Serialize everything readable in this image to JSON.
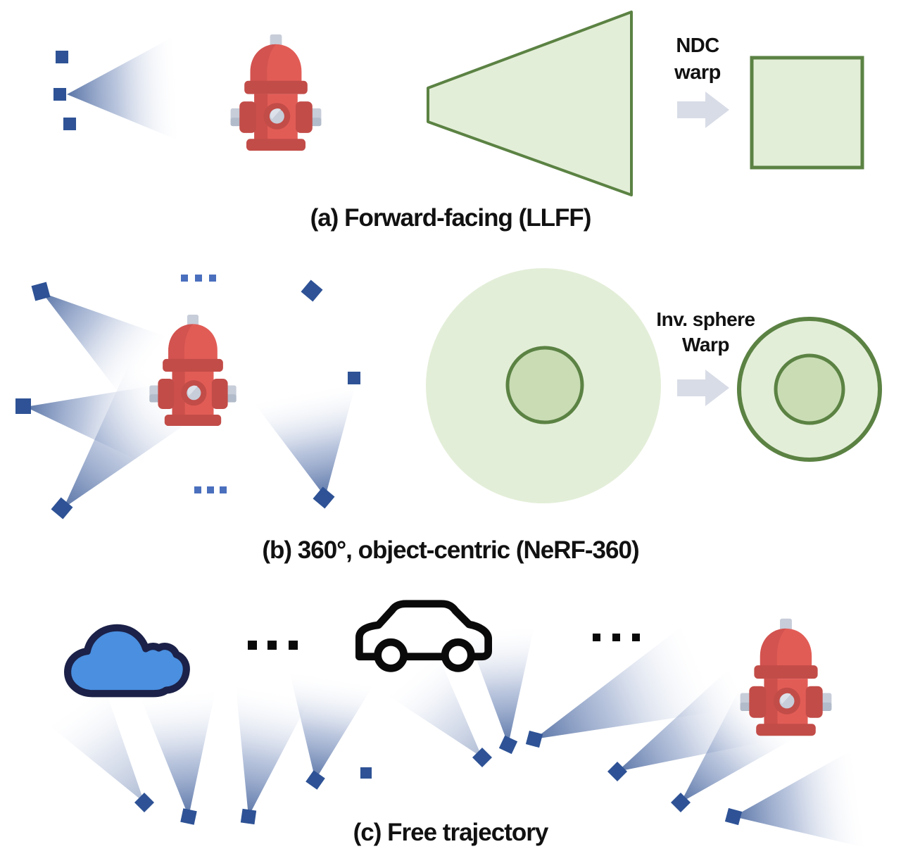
{
  "colors": {
    "camera_blue": "#2e5295",
    "dot_blue": "#4a6fbd",
    "frustum_blue": "#49679e",
    "frustum_blue_mid": "#7d93c0",
    "green_fill_light": "#e3eed8",
    "green_fill_mid": "#c9dcb4",
    "green_stroke": "#5b8243",
    "arrow_gray": "#d8dce6",
    "hydrant_red": "#e25c56",
    "hydrant_dark_red": "#c24c48",
    "hydrant_gray": "#c7cdd9",
    "cloud_blue": "#4a8fe0",
    "cloud_outline": "#1b2148",
    "car_black": "#0a0a0a",
    "text_black": "#111111"
  },
  "sections": {
    "a": {
      "caption": "(a) Forward-facing (LLFF)",
      "warp_label": {
        "line1": "NDC",
        "line2": "warp"
      },
      "icons": [
        "camera-square",
        "view-frustum",
        "fire-hydrant",
        "frustum-trapezoid",
        "right-block-arrow",
        "ndc-square"
      ]
    },
    "b": {
      "caption": "(b) 360°, object-centric (NeRF-360)",
      "warp_label": {
        "line1": "Inv. sphere",
        "line2": "Warp"
      },
      "ellipsis_top": "...",
      "ellipsis_bottom": "...",
      "icons": [
        "camera-square",
        "view-frustum",
        "fire-hydrant",
        "scene-sphere",
        "foreground-sphere",
        "right-block-arrow",
        "inverted-sphere-rings"
      ]
    },
    "c": {
      "caption": "(c) Free trajectory",
      "ellipsis_left": "...",
      "ellipsis_right": "...",
      "icons": [
        "cloud",
        "car",
        "fire-hydrant",
        "camera-square",
        "view-frustum"
      ]
    }
  }
}
